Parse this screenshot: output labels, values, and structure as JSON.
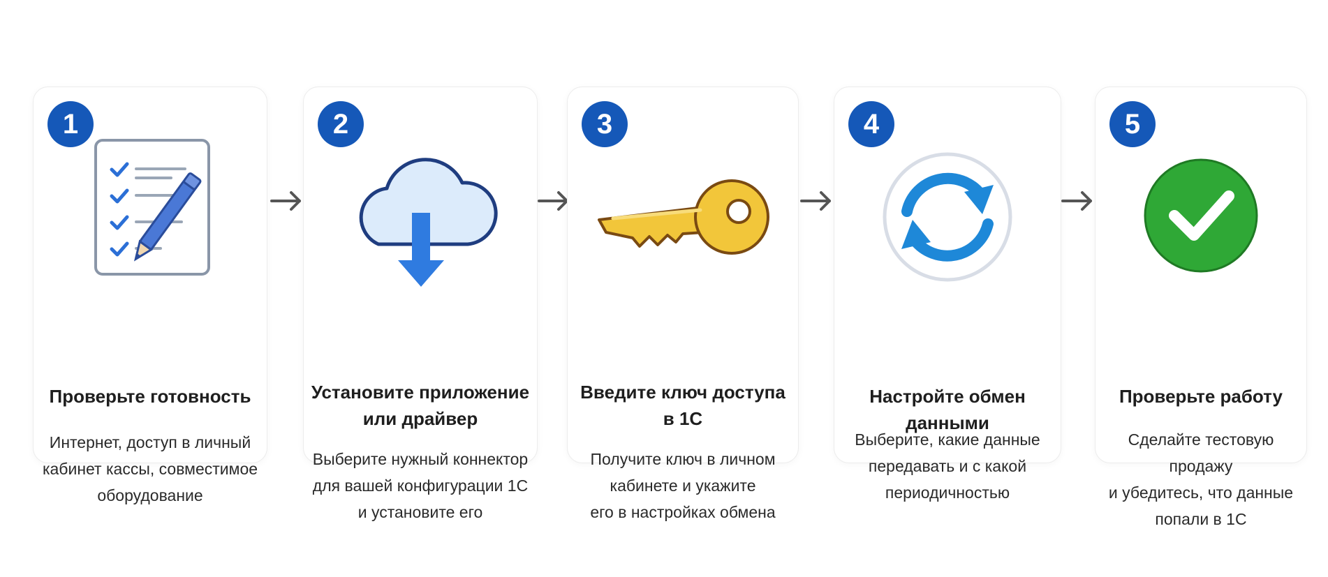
{
  "colors": {
    "badge": "#1558b8",
    "accent_blue": "#2b6fd6",
    "key_gold": "#f2c63a",
    "sync_blue": "#1e88d8",
    "check_green": "#2fa836",
    "arrow": "#555555"
  },
  "steps": [
    {
      "number": "1",
      "icon": "checklist-pen-icon",
      "title": "Проверьте готовность",
      "description": "Интернет, доступ в личный\nкабинет кассы, совместимое\nоборудование"
    },
    {
      "number": "2",
      "icon": "cloud-download-icon",
      "title": "Установите приложение\nили драйвер",
      "description": "Выберите нужный коннектор\nдля вашей конфигурации 1С\nи установите его"
    },
    {
      "number": "3",
      "icon": "key-icon",
      "title": "Введите ключ доступа\nв 1С",
      "description": "Получите ключ в личном\nкабинете и укажите\nего в настройках обмена"
    },
    {
      "number": "4",
      "icon": "sync-icon",
      "title": "Настройте обмен данными",
      "description": "Выберите, какие данные\nпередавать и с какой\nпериодичностью"
    },
    {
      "number": "5",
      "icon": "check-circle-icon",
      "title": "Проверьте работу",
      "description": "Сделайте тестовую продажу\nи убедитесь, что данные\nпопали в 1С"
    }
  ]
}
